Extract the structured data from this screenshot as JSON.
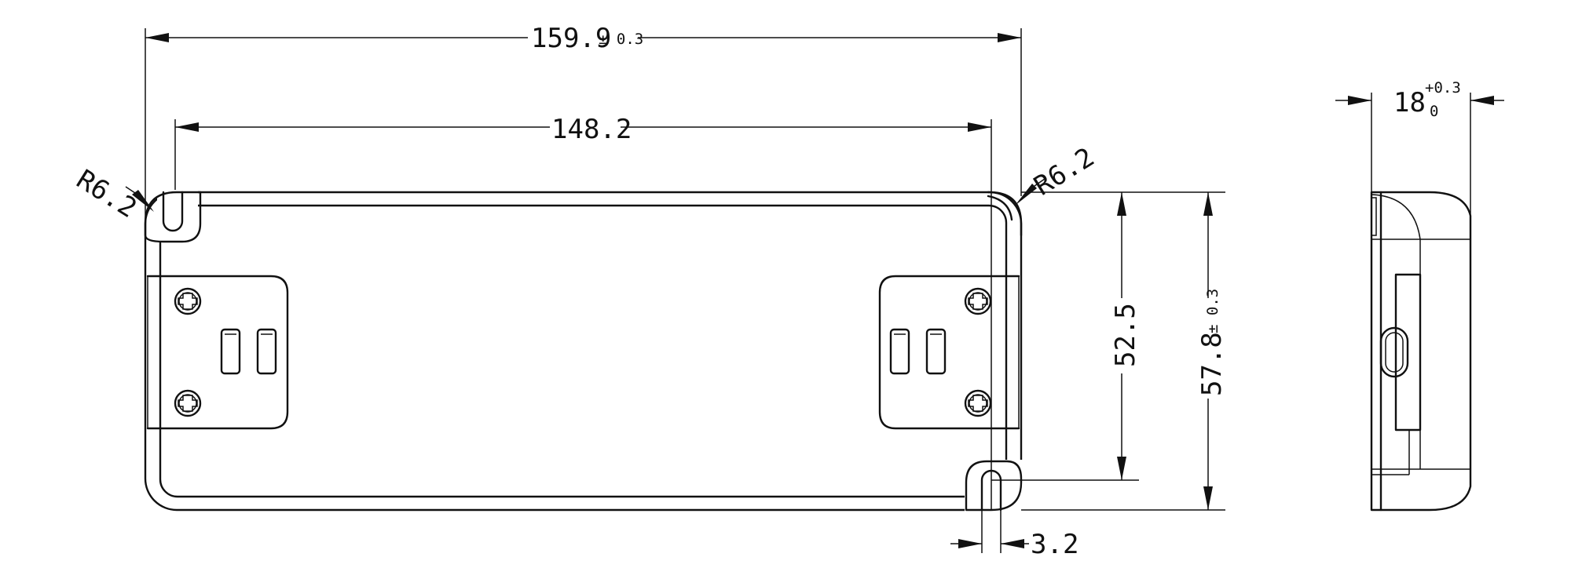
{
  "dimensions": {
    "overall_length": {
      "value": "159.9",
      "tolerance": "± 0.3"
    },
    "mount_spacing": {
      "value": "148.2"
    },
    "radius_left": {
      "value": "R6.2"
    },
    "radius_right": {
      "value": "R6.2"
    },
    "mount_height": {
      "value": "52.5"
    },
    "overall_width": {
      "value": "57.8",
      "tolerance": "± 0.3"
    },
    "slot_width": {
      "value": "3.2"
    },
    "thickness": {
      "value": "18",
      "tolerance_upper": "+0.3",
      "tolerance_lower": "0"
    }
  },
  "views": [
    {
      "name": "top-view"
    },
    {
      "name": "side-view"
    }
  ],
  "colors": {
    "line": "#111111",
    "background": "#ffffff"
  }
}
